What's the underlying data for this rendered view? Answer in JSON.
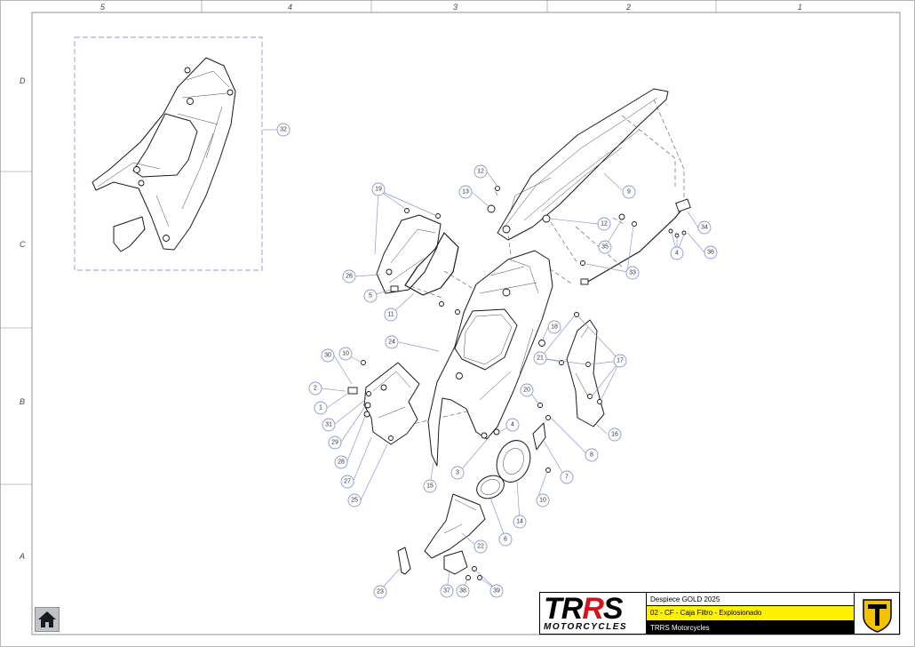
{
  "sheet": {
    "columns": [
      "5",
      "4",
      "3",
      "2",
      "1"
    ],
    "rows": [
      "D",
      "C",
      "B",
      "A"
    ]
  },
  "callouts": [
    "1",
    "2",
    "3",
    "4",
    "5",
    "6",
    "7",
    "8",
    "9",
    "10",
    "11",
    "12",
    "13",
    "14",
    "15",
    "16",
    "17",
    "18",
    "19",
    "20",
    "21",
    "22",
    "23",
    "24",
    "25",
    "26",
    "27",
    "28",
    "29",
    "30",
    "31",
    "32",
    "33",
    "34",
    "35",
    "36",
    "37",
    "38",
    "39"
  ],
  "title_block": {
    "brand_main": "TRRS",
    "brand_sub": "MOTORCYCLES",
    "catalog": "Despiece GOLD 2025",
    "drawing_title": "02 - CF - Caja Filtro - Explosionado",
    "company": "TRRS Motorcycles"
  },
  "icons": {
    "home": "home-icon",
    "badge": "trrs-t-shield-icon"
  },
  "colors": {
    "callout_stroke": "#8e99cf",
    "title_highlight": "#fff200",
    "brand_red": "#d8121b",
    "home_bg": "#bfc3c8"
  }
}
